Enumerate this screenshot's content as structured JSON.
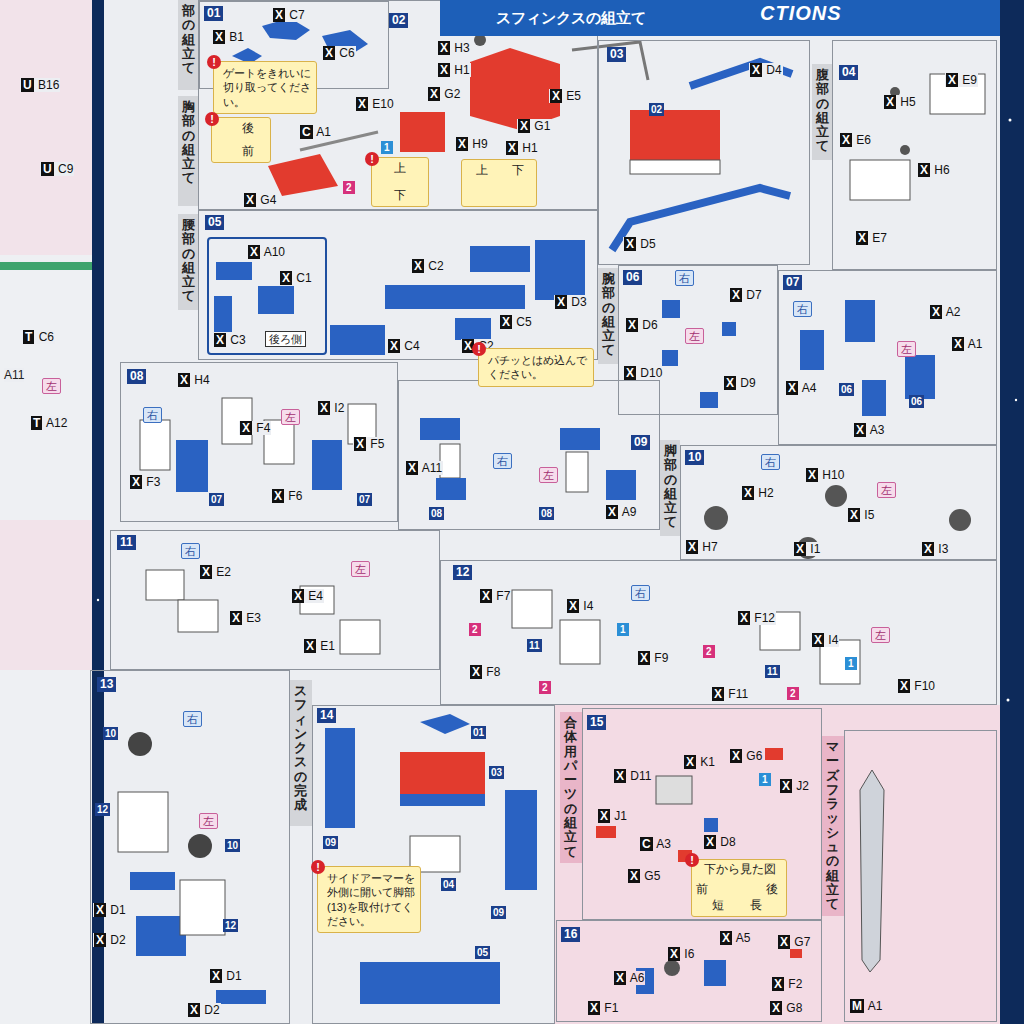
{
  "diagram": {
    "nodes": [
      {
        "text": [
          "スフィンクスの組立て"
        ]
      },
      {
        "text": [
          "部の組立て"
        ]
      },
      {
        "text": [
          "胸部の組立て"
        ]
      },
      {
        "text": [
          "02",
          "X H3",
          "X H1",
          "X G2",
          "X E10",
          "X G1",
          "X E5",
          "C A1",
          "X H9",
          "X H1",
          "X G4",
          "1",
          "2"
        ]
      },
      {
        "text": [
          "01",
          "X B1",
          "X C7",
          "X C6"
        ],
        "in": 3
      },
      {
        "text": [
          "!",
          "ゲートをきれいに切り取ってください。"
        ],
        "in": 3
      },
      {
        "text": [
          "!",
          "後",
          "前"
        ],
        "in": 3
      },
      {
        "text": [
          "!",
          "上",
          "下"
        ],
        "in": 3
      },
      {
        "text": [
          "上",
          "下"
        ],
        "in": 3
      },
      {
        "text": [
          "03",
          "02",
          "X D4",
          "X D5"
        ]
      },
      {
        "text": [
          "腹部の組立て"
        ]
      },
      {
        "text": [
          "04",
          "X H5",
          "X E9",
          "X E6",
          "X H6",
          "X E7"
        ]
      },
      {
        "text": [
          "腰部の組立て"
        ]
      },
      {
        "text": [
          "05",
          "X C2",
          "X C5",
          "X D3",
          "X C4",
          "X C2"
        ]
      },
      {
        "text": [
          "X A10",
          "X C1",
          "X C3",
          "後ろ側"
        ],
        "in": 13
      },
      {
        "text": [
          "腕部の組立て"
        ]
      },
      {
        "text": [
          "06",
          "右",
          "X D7",
          "X D6",
          "左",
          "X D10",
          "X D9"
        ]
      },
      {
        "text": [
          "07",
          "右",
          "X A2",
          "X A4",
          "06",
          "左",
          "X A1",
          "X A3",
          "06"
        ]
      },
      {
        "text": [
          "08",
          "X H4",
          "右",
          "X F4",
          "X F3",
          "07",
          "左",
          "X I2",
          "X F5",
          "X F6",
          "07"
        ]
      },
      {
        "text": [
          "!",
          "パチッとはめ込んでください。"
        ]
      },
      {
        "text": [
          "09",
          "X A11",
          "右",
          "08",
          "左",
          "08",
          "X A9"
        ]
      },
      {
        "text": [
          "脚部の組立て"
        ]
      },
      {
        "text": [
          "10",
          "右",
          "X H2",
          "X H10",
          "X H7",
          "左",
          "X I5",
          "X I1",
          "X I3"
        ]
      },
      {
        "text": [
          "11",
          "右",
          "X E2",
          "X E3",
          "左",
          "X E4",
          "X E1"
        ]
      },
      {
        "text": [
          "12",
          "X F7",
          "X I4",
          "右",
          "X F9",
          "X F8",
          "11",
          "1",
          "2",
          "2",
          "X F12",
          "X I4",
          "左",
          "X F10",
          "X F11",
          "11",
          "1",
          "2",
          "2"
        ]
      },
      {
        "text": [
          "13",
          "右",
          "10",
          "12",
          "X D1",
          "X D2",
          "左",
          "10",
          "12",
          "X D1",
          "X D2"
        ]
      },
      {
        "text": [
          "スフィンクスの完成"
        ]
      },
      {
        "text": [
          "14",
          "01",
          "03",
          "09",
          "04",
          "09",
          "05"
        ]
      },
      {
        "text": [
          "!",
          "サイドアーマーを外側に開いて脚部(13)を取付けてください。"
        ],
        "in": 27
      },
      {
        "text": [
          "合体用パーツの組立て"
        ]
      },
      {
        "text": [
          "15",
          "X D11",
          "X K1",
          "X G6",
          "1",
          "X J2",
          "X J1",
          "C A3",
          "X D8",
          "X G5"
        ]
      },
      {
        "text": [
          "!",
          "下から見た図",
          "前",
          "後",
          "短",
          "長"
        ],
        "in": 30
      },
      {
        "text": [
          "マーズフラッシュの組立て"
        ]
      },
      {
        "text": [
          "M A1"
        ]
      },
      {
        "text": [
          "16",
          "X I6",
          "X A5",
          "X G7",
          "X A6",
          "X F1",
          "X F2",
          "X G8"
        ]
      }
    ],
    "labels": [
      "CTIONS",
      "U B16",
      "U C9",
      "T C6",
      "A11",
      "左",
      "T A12"
    ]
  }
}
